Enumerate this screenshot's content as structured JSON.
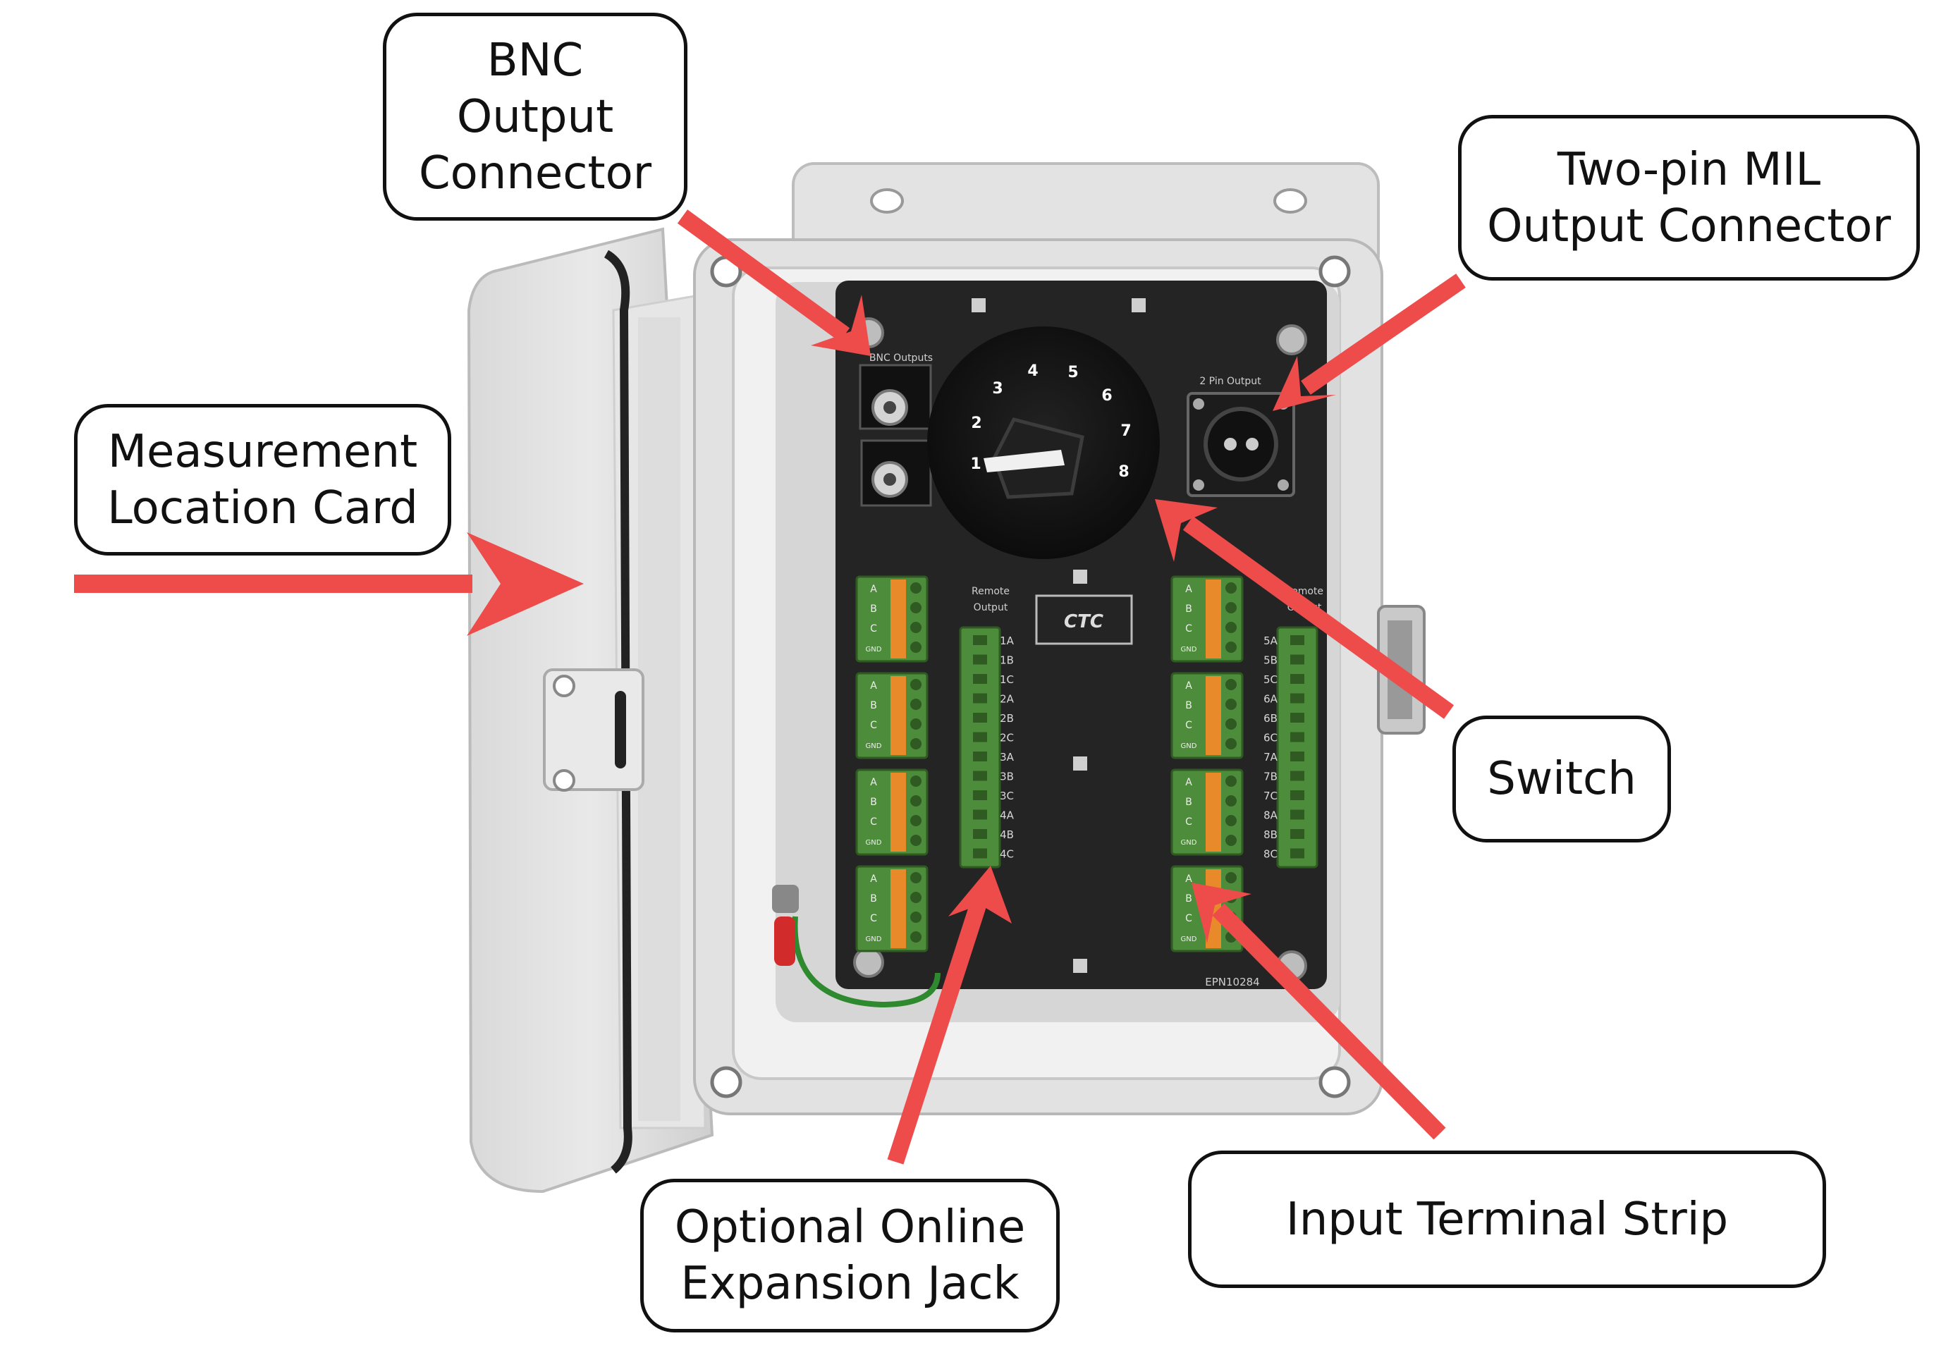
{
  "callouts": {
    "bnc": {
      "line1": "BNC",
      "line2": "Output",
      "line3": "Connector"
    },
    "mil": {
      "line1": "Two-pin MIL",
      "line2": "Output Connector"
    },
    "card": {
      "line1": "Measurement",
      "line2": "Location Card"
    },
    "switch": {
      "line1": "Switch"
    },
    "jack": {
      "line1": "Optional Online",
      "line2": "Expansion Jack"
    },
    "strip": {
      "line1": "Input Terminal Strip"
    }
  },
  "panel": {
    "bnc_label": "BNC Outputs",
    "pin_label": "2 Pin Output",
    "switch_positions": [
      "1",
      "2",
      "3",
      "4",
      "5",
      "6",
      "7",
      "8"
    ],
    "remote_label_1": "Remote",
    "remote_label_2": "Output",
    "remote_left_channels": [
      "1A",
      "1B",
      "1C",
      "2A",
      "2B",
      "2C",
      "3A",
      "3B",
      "3C",
      "4A",
      "4B",
      "4C"
    ],
    "remote_right_channels": [
      "5A",
      "5B",
      "5C",
      "6A",
      "6B",
      "6C",
      "7A",
      "7B",
      "7C",
      "8A",
      "8B",
      "8C"
    ],
    "terminal_rows": [
      "A",
      "B",
      "C",
      "GND"
    ],
    "logo": "CTC",
    "part_number": "EPN10284"
  },
  "colors": {
    "arrow": "#ee4b4b",
    "panel": "#242424",
    "terminal": "#4d8c3a",
    "enclosure": "#e6e6e6"
  }
}
